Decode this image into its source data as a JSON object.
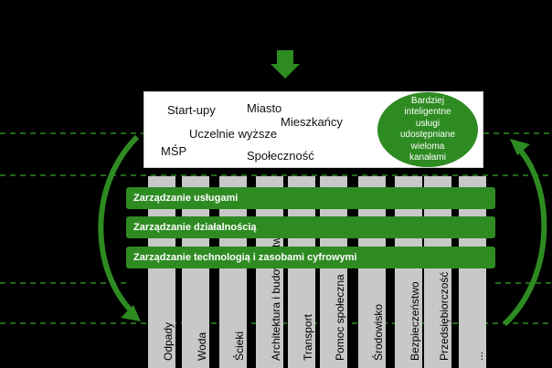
{
  "stakeholders": {
    "startups": "Start-upy",
    "city": "Miasto",
    "residents": "Mieszkańcy",
    "universities": "Uczelnie wyższe",
    "sme": "MŚP",
    "community": "Społeczność"
  },
  "outcome_circle": "Bardziej\ninteligentne\nusługi\nudostępniane\nwieloma\nkanałami",
  "bands": {
    "services": "Zarządzanie usługami",
    "operations": "Zarządzanie działalnością",
    "technology": "Zarządzanie technologią i zasobami cyfrowymi"
  },
  "sectors": [
    "Odpady",
    "Woda",
    "Ścieki",
    "Architektura i budownictwo",
    "Transport",
    "Pomoc społeczna",
    "Środowisko",
    "Bezpieczeństwo",
    "Przedsiębiorczość",
    "..."
  ],
  "colors": {
    "green": "#2e8b22",
    "pillar": "#c8c8c8",
    "background": "#000000"
  }
}
